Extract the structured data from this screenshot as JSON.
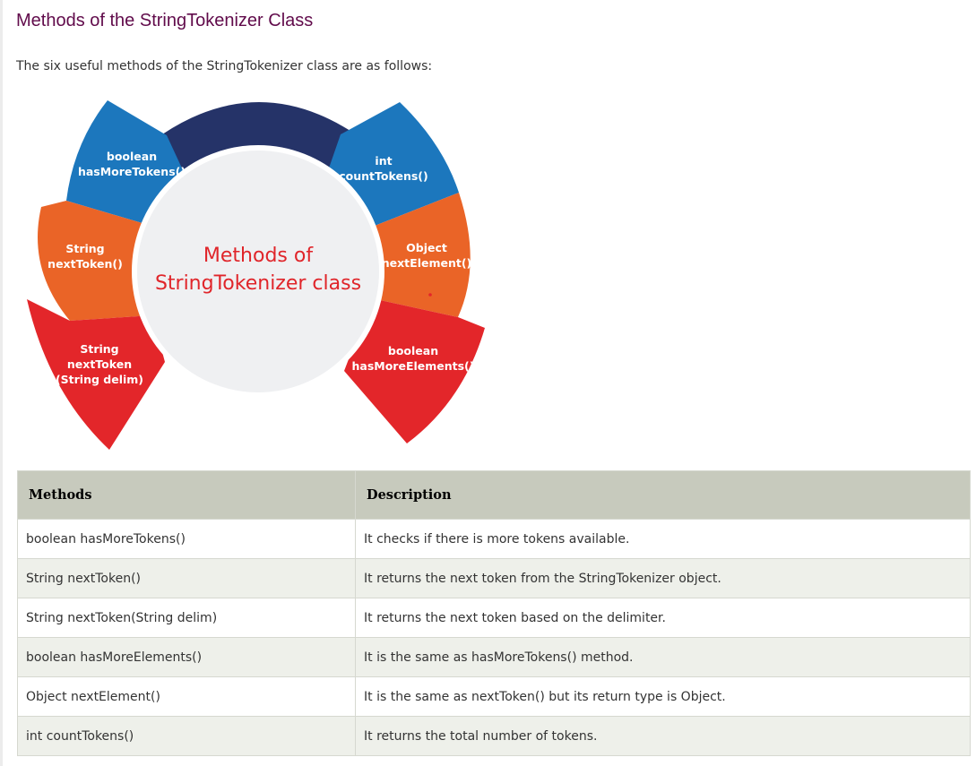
{
  "page": {
    "title": "Methods of the StringTokenizer Class",
    "intro": "The six useful methods of the StringTokenizer class are as follows:"
  },
  "diagram": {
    "center_line1": "Methods of",
    "center_line2": "StringTokenizer class",
    "segments": {
      "top": {
        "color": "#253368"
      },
      "has_more_tokens": {
        "line1": "boolean",
        "line2": "hasMoreTokens()",
        "color": "#1c77bd"
      },
      "count_tokens": {
        "line1": "int",
        "line2": "countTokens()",
        "color": "#1c77bd"
      },
      "next_token": {
        "line1": "String",
        "line2": "nextToken()",
        "color": "#ea6427"
      },
      "next_element": {
        "line1": "Object",
        "line2": "nextElement()",
        "color": "#ea6427"
      },
      "next_token_delim": {
        "line1": "String",
        "line2": "nextToken",
        "line3": "(String delim)",
        "color": "#e3262a"
      },
      "has_more_elements": {
        "line1": "boolean",
        "line2": "hasMoreElements()",
        "color": "#e3262a"
      }
    },
    "center_color": "#eff0f2",
    "center_text_color": "#e0252a"
  },
  "table": {
    "headers": {
      "method": "Methods",
      "description": "Description"
    },
    "rows": [
      {
        "method": "boolean hasMoreTokens()",
        "description": "It checks if there is more tokens available."
      },
      {
        "method": "String nextToken()",
        "description": "It returns the next token from the StringTokenizer object."
      },
      {
        "method": "String nextToken(String delim)",
        "description": "It returns the next token based on the delimiter."
      },
      {
        "method": "boolean hasMoreElements()",
        "description": "It is the same as hasMoreTokens() method."
      },
      {
        "method": "Object nextElement()",
        "description": "It is the same as nextToken() but its return type is Object."
      },
      {
        "method": "int countTokens()",
        "description": "It returns the total number of tokens."
      }
    ]
  }
}
